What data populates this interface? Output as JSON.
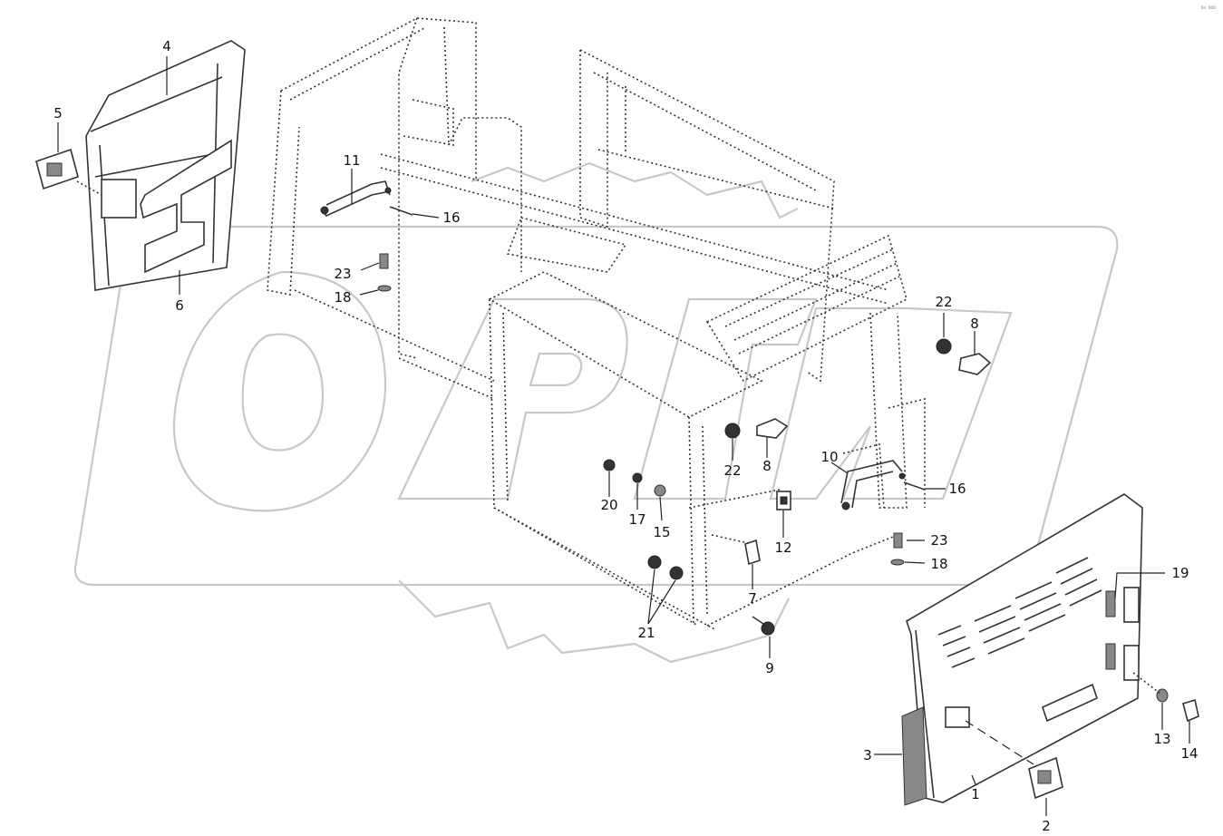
{
  "corner_mark": "₀ₙ ₀₀₀",
  "callouts": [
    {
      "id": "c4",
      "text": "4"
    },
    {
      "id": "c5",
      "text": "5"
    },
    {
      "id": "c6",
      "text": "6"
    },
    {
      "id": "c11",
      "text": "11"
    },
    {
      "id": "c16a",
      "text": "16"
    },
    {
      "id": "c23a",
      "text": "23"
    },
    {
      "id": "c18a",
      "text": "18"
    },
    {
      "id": "c22a",
      "text": "22"
    },
    {
      "id": "c8a",
      "text": "8"
    },
    {
      "id": "c22b",
      "text": "22"
    },
    {
      "id": "c8b",
      "text": "8"
    },
    {
      "id": "c10",
      "text": "10"
    },
    {
      "id": "c16b",
      "text": "16"
    },
    {
      "id": "c20",
      "text": "20"
    },
    {
      "id": "c17",
      "text": "17"
    },
    {
      "id": "c15",
      "text": "15"
    },
    {
      "id": "c12",
      "text": "12"
    },
    {
      "id": "c23b",
      "text": "23"
    },
    {
      "id": "c18b",
      "text": "18"
    },
    {
      "id": "c7",
      "text": "7"
    },
    {
      "id": "c21",
      "text": "21"
    },
    {
      "id": "c9",
      "text": "9"
    },
    {
      "id": "c19",
      "text": "19"
    },
    {
      "id": "c3",
      "text": "3"
    },
    {
      "id": "c1",
      "text": "1"
    },
    {
      "id": "c2",
      "text": "2"
    },
    {
      "id": "c13",
      "text": "13"
    },
    {
      "id": "c14",
      "text": "14"
    }
  ]
}
